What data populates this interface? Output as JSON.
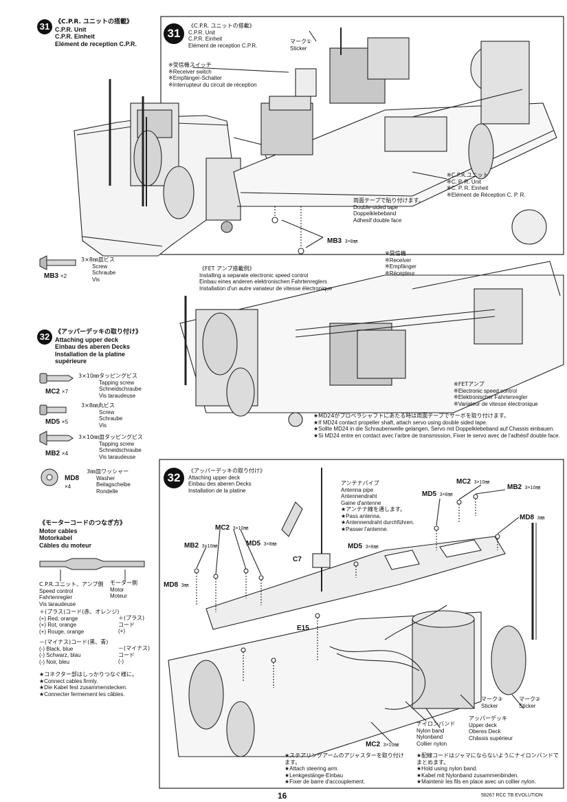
{
  "left": {
    "step31": {
      "num": "31",
      "title_ja": "《C.P.R. ユニットの搭載》",
      "title_en": "C.P.R. Unit",
      "title_de": "C.P.R. Einheit",
      "title_fr": "Elément de reception C.P.R."
    },
    "mb3": {
      "code": "MB3",
      "qty": "×2",
      "size_ja": "3×8㎜皿ビス",
      "en": "Screw",
      "de": "Schraube",
      "fr": "Vis"
    },
    "step32": {
      "num": "32",
      "title_ja": "《アッパーデッキの取り付け》",
      "title_en": "Attaching upper deck",
      "title_de": "Einbau des aberen Decks",
      "title_fr": "Installation de la platine supérieure"
    },
    "mc2": {
      "code": "MC2",
      "qty": "×7",
      "size_ja": "3×10㎜タッピングビス",
      "en": "Tapping screw",
      "de": "Schneidschraube",
      "fr": "Vis taraudeuse"
    },
    "md5": {
      "code": "MD5",
      "qty": "×5",
      "size_ja": "3×8㎜丸ビス",
      "en": "Screw",
      "de": "Schraube",
      "fr": "Vis"
    },
    "mb2": {
      "code": "MB2",
      "qty": "×4",
      "size_ja": "3×10㎜皿タッピングビス",
      "en": "Tapping screw",
      "de": "Schneidschraube",
      "fr": "Vis taraudeuse"
    },
    "md8": {
      "code": "MD8",
      "qty": "×4",
      "size_ja": "3㎜皿ワッシャー",
      "en": "Washer",
      "de": "Beilagscheibe",
      "fr": "Rondelle"
    },
    "motor": {
      "title_ja": "《モーターコードのつなぎ方》",
      "title_en": "Motor cables",
      "title_de": "Motorkabel",
      "title_fr": "Câbles du moteur",
      "left_ja": "C.P.R.ユニット、アンプ側",
      "left_en": "Speed control",
      "left_de": "Fahrtenregler",
      "left_fr": "Vis taraudeuse",
      "right_ja": "モーター側",
      "right_en": "Motor",
      "right_fr": "Moteur",
      "plus_ja": "＋(プラス)コード(赤、オレンジ)",
      "plus_en": "(+) Red, orange",
      "plus_de": "(+) Rot, orange",
      "plus_fr": "(+) Rouge, orange",
      "plus_r_ja": "＋(プラス)",
      "plus_r_code": "コード",
      "plus_r_sym": "(+)",
      "minus_ja": "－(マイナス)コード(黒、青)",
      "minus_en": "(-) Black, blue",
      "minus_de": "(-) Schwarz, blau",
      "minus_fr": "(-) Noir, bleu",
      "minus_r_ja": "－(マイナス)",
      "minus_r_code": "コード",
      "minus_r_sym": "(-)",
      "note_ja": "★コネクター部はしっかりつなぐ様に。",
      "note_en": "★Connect cables firmly.",
      "note_de": "★Die Kabel fest zusammenstecken.",
      "note_fr": "★Connecter fermement les câbles."
    }
  },
  "top_box": {
    "num": "31",
    "title_ja": "《C.P.R. ユニットの搭載》",
    "title_en": "C.P.R. Unit",
    "title_de": "C.P.R. Einheit",
    "title_fr": "Elément de reception C.P.R.",
    "mark1_ja": "マーク①",
    "mark1_en": "Sticker",
    "recv_ja": "※受信機スイッチ",
    "recv_en": "※Receiver switch",
    "recv_de": "※Empfänger-Schalter",
    "recv_fr": "※Interrupteur du circuit de réception",
    "cpr_ja": "※C.P.R.ユニット",
    "cpr_en": "※C. P. R. Unit",
    "cpr_de": "※C. P. R. Einheit",
    "cpr_fr": "※Elément de Réception C. P. R.",
    "tape_ja": "両面テープで貼り付けます。",
    "tape_en": "Double-sided tape",
    "tape_de": "Doppelklebeband",
    "tape_fr": "Adhesif double face",
    "mb3": "MB3",
    "mb3_size": "3×8㎜"
  },
  "mid_box": {
    "title_ja": "《FET アンプ搭載例》",
    "title_en": "Installing a separate electronic speed control",
    "title_de": "Einbau eines anderen elektronischen Fahrtenreglers",
    "title_fr": "Installation d'un autre variateur de vitesse électronique",
    "recv_ja": "※受信機",
    "recv_en": "※Receiver",
    "recv_de": "※Empfänger",
    "recv_fr": "※Récepteur",
    "fet_ja": "※FETアンプ",
    "fet_en": "※Electronic speed control",
    "fet_de": "※Elektronischer Fahrtenregler",
    "fet_fr": "※Variateur de vitesse électronique",
    "note_ja": "★MD24がプロペラシャフトにあたる時は両面テープでサーボを取り付けます。",
    "note_en": "★If MD24 contact propeller shaft, attach servo using double sided tape.",
    "note_de": "★Sollte MD24 in die Schraubenwelle gelangen, Servo mit Doppelklebeband auf Chassis einbauen.",
    "note_fr": "★Si MD24 entre en contact avec l'arbre de transmission, Fixer le servo avec de l'adhésif double face."
  },
  "bottom_box": {
    "num": "32",
    "title_ja": "《アッパーデッキの取り付け》",
    "title_en": "Attaching upper deck",
    "title_de": "Einbau des aberen Decks",
    "title_fr": "Installation de la platine",
    "antenna_ja": "アンテナパイプ",
    "antenna_en": "Antenna pipe",
    "antenna_de": "Antennendraht",
    "antenna_fr": "Gaine d'antenne",
    "antenna_note_ja": "★アンテナ線を通します。",
    "antenna_note_en": "★Pass antenna.",
    "antenna_note_de": "★Antennendraht durchführen.",
    "antenna_note_fr": "★Passer l'antenne.",
    "mc2": "MC2",
    "mc2_size": "3×10㎜",
    "mb2": "MB2",
    "mb2_size": "3×10㎜",
    "md5": "MD5",
    "md5_size": "3×8㎜",
    "md8": "MD8",
    "md8_size": "3㎜",
    "c7": "C7",
    "e15": "E15",
    "deck_ja": "アッパーデッキ",
    "deck_en": "Upper deck",
    "deck_de": "Oberes Deck",
    "deck_fr": "Châssis supérieur",
    "nylon_ja": "ナイロンバンド",
    "nylon_en": "Nylon band",
    "nylon_de": "Nylonband",
    "nylon_fr": "Collier nylon",
    "mark3_ja": "マーク③",
    "mark3_en": "Sticker",
    "mark2_ja": "マーク②",
    "mark2_en": "Sticker",
    "steer_ja": "★ステアリングアームのアジャスターを取り付けます。",
    "steer_en": "★Attach steering arm.",
    "steer_de": "★Lenkgestänge-Einbau",
    "steer_fr": "★Fixer de barre d'accouplement.",
    "band_ja": "★配線コードはジャマにならないようにナイロンバンドでまとめます。",
    "band_en": "★Hold using nylon band.",
    "band_de": "★Kabel mit Nylonband zusammenbinden.",
    "band_fr": "★Maintenir les fils en place avec un collier nylon."
  },
  "footer": {
    "page": "16",
    "code": "58267 RCC TB EVOLUTION"
  }
}
